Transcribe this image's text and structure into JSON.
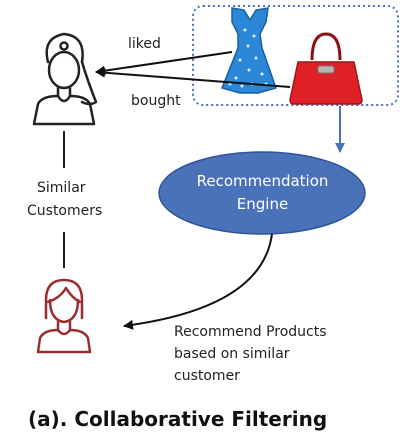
{
  "diagram": {
    "edge_liked": "liked",
    "edge_bought": "bought",
    "relation_label_line1": "Similar",
    "relation_label_line2": "Customers",
    "engine_line1": "Recommendation",
    "engine_line2": "Engine",
    "recommend_line1": "Recommend Products",
    "recommend_line2": "based on similar",
    "recommend_line3": "customer",
    "caption": "(a). Collaborative Filtering"
  },
  "colors": {
    "engine_fill": "#4a72b8",
    "engine_stroke": "#2f5597",
    "products_box_border": "#4a72b8",
    "target_customer": "#9b2d30",
    "dress": "#2b87d8",
    "handbag": "#e02027"
  },
  "icons": [
    "woman-customer-icon",
    "dress-icon",
    "handbag-icon",
    "woman-target-customer-icon"
  ]
}
